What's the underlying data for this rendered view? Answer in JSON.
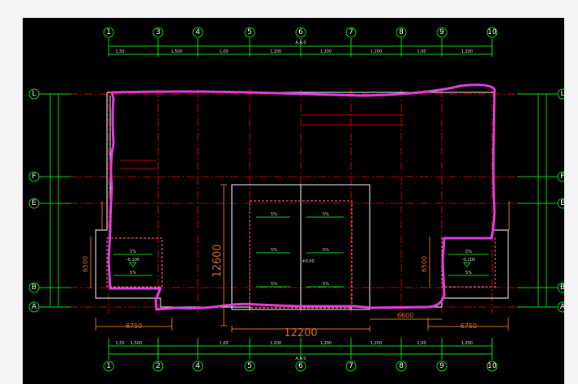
{
  "drawing": {
    "top_axes": [
      "1",
      "3",
      "4",
      "5",
      "6",
      "7",
      "8",
      "9",
      "10"
    ],
    "bottom_axes": [
      "1",
      "2",
      "4",
      "5",
      "6",
      "7",
      "8",
      "9",
      "10"
    ],
    "left_axes": [
      "L",
      "F",
      "E",
      "B",
      "A"
    ],
    "right_axes": [
      "L",
      "F",
      "E",
      "B",
      "A"
    ],
    "overall_width_top": "A,A,0",
    "overall_width_bottom": "A,A,0",
    "dim_12600": "12600",
    "dim_12200": "12200",
    "dim_6750_left": "6750",
    "dim_6750_right": "6750",
    "dim_6600": "6600",
    "dim_6500_left": "6500",
    "dim_6500_right": "6500"
  }
}
